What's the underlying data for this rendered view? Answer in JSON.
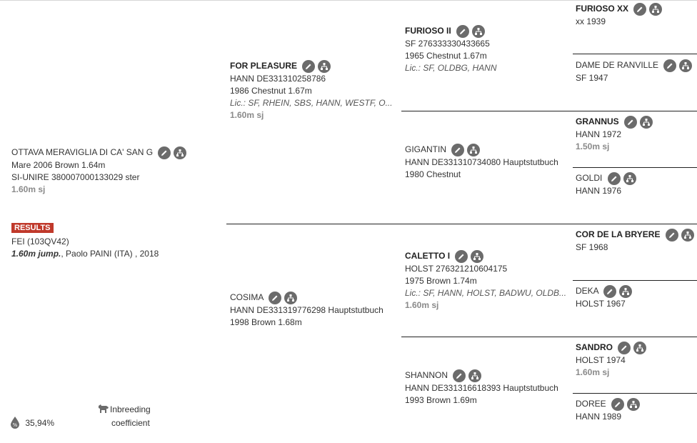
{
  "subject": {
    "name": "OTTAVA MERAVIGLIA DI CA' SAN G",
    "line1": "Mare 2006 Brown 1.64m",
    "line2": "SI-UNIRE 380007000133029 ster",
    "level": "1.60m sj",
    "results_badge": "RESULTS",
    "fei": "FEI (103QV42)",
    "result_bold": "1.60m jump.",
    "result_rest": ", Paolo PAINI (ITA) , 2018",
    "coi_value": "35,94%",
    "coi_label_1": "Inbreeding",
    "coi_label_2": "coefficient"
  },
  "gen1": {
    "sire": {
      "name": "FOR PLEASURE",
      "l1": "HANN DE331310258786",
      "l2": "1986 Chestnut 1.67m",
      "lic": "Lic.: SF, RHEIN, SBS, HANN, WESTF, O...",
      "level": "1.60m sj"
    },
    "dam": {
      "name": "COSIMA",
      "l1": "HANN DE331319776298 Hauptstutbuch",
      "l2": "1998 Brown 1.68m"
    }
  },
  "gen2": {
    "ss": {
      "name": "FURIOSO II",
      "l1": "SF 276333330433665",
      "l2": "1965 Chestnut 1.67m",
      "lic": "Lic.: SF, OLDBG, HANN"
    },
    "sd": {
      "name": "GIGANTIN",
      "l1": "HANN DE331310734080 Hauptstutbuch",
      "l2": "1980 Chestnut"
    },
    "ds": {
      "name": "CALETTO I",
      "l1": "HOLST 276321210604175",
      "l2": "1975 Brown 1.74m",
      "lic": "Lic.: SF, HANN, HOLST, BADWU, OLDB...",
      "level": "1.60m sj"
    },
    "dd": {
      "name": "SHANNON",
      "l1": "HANN DE331316618393 Hauptstutbuch",
      "l2": "1993 Brown 1.69m"
    }
  },
  "gen3": {
    "sss": {
      "name": "FURIOSO XX",
      "l1": "xx 1939"
    },
    "ssd": {
      "name": "DAME DE RANVILLE",
      "l1": "SF 1947"
    },
    "sds": {
      "name": "GRANNUS",
      "l1": "HANN 1972",
      "level": "1.50m sj"
    },
    "sdd": {
      "name": "GOLDI",
      "l1": "HANN 1976"
    },
    "dss": {
      "name": "COR DE LA BRYERE",
      "l1": "SF 1968"
    },
    "dsd": {
      "name": "DEKA",
      "l1": "HOLST 1967"
    },
    "dds": {
      "name": "SANDRO",
      "l1": "HOLST 1974",
      "level": "1.60m sj"
    },
    "ddd": {
      "name": "DOREE",
      "l1": "HANN 1989"
    }
  },
  "icons": {
    "edit": "pencil-icon",
    "tree": "pedigree-tree-icon",
    "percent": "drop-percent-icon",
    "horse": "horse-icon"
  }
}
